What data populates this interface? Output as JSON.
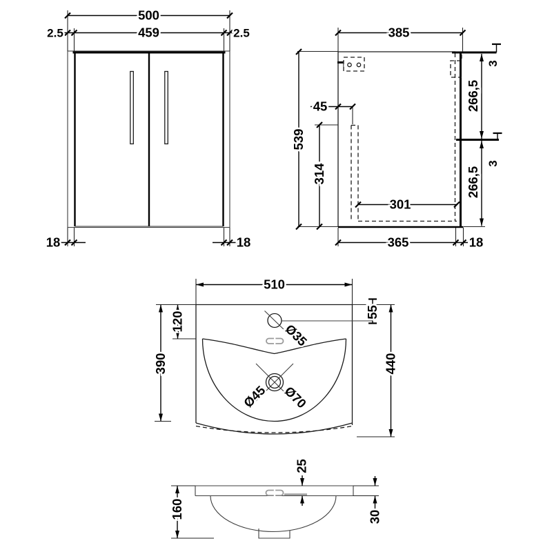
{
  "cabinet_front": {
    "overall_width": "500",
    "door_span": "459",
    "side_gap_left": "2.5",
    "side_gap_right": "2.5",
    "panel_thickness_left": "18",
    "panel_thickness_right": "18"
  },
  "cabinet_side": {
    "overall_depth": "385",
    "overall_height": "539",
    "bracket_offset": "45",
    "interior_height": "314",
    "interior_depth": "301",
    "carcass_depth": "365",
    "door_thickness": "18",
    "top_gap": "3",
    "upper_door_height": "266,5",
    "mid_gap": "3",
    "lower_door_height": "266,5"
  },
  "basin_top": {
    "width": "510",
    "tap_centre_depth": "120",
    "tap_centre_inset": "55",
    "tap_hole_diameter": "Ø35",
    "bowl_depth": "390",
    "overall_depth": "440",
    "waste_diameter_inner": "Ø45",
    "waste_diameter_outer": "Ø70"
  },
  "basin_front": {
    "overflow_depth": "25",
    "rim_thickness": "30",
    "basin_height": "160"
  }
}
